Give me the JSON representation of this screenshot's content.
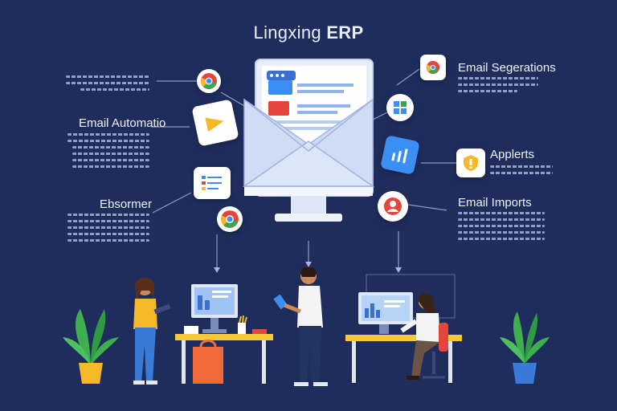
{
  "title": {
    "prefix": "Lingxing ",
    "bold": "ERP"
  },
  "labels": {
    "email_segerations": "Email Segerations",
    "email_automation": "Email Automatio",
    "applerts": "Applerts",
    "ebsormer": "Ebsormer",
    "email_imports": "Email Imports"
  },
  "colors": {
    "background": "#1f2d5c",
    "accent_blue": "#3b8ef3",
    "accent_red": "#e5463b",
    "accent_yellow": "#f5b829",
    "desk": "#f6c83c"
  },
  "icons": [
    "chrome-icon",
    "play-triangle-icon",
    "document-list-icon",
    "chrome-icon",
    "browser-window-icon",
    "windows-grid-icon",
    "chart-card-icon",
    "shield-alert-icon",
    "user-pin-icon"
  ]
}
